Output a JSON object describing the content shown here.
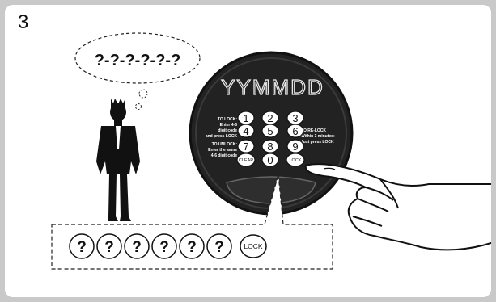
{
  "step_number": "3",
  "thought_code": "?-?-?-?-?-?",
  "lock_display": "YYMMDD",
  "instructions": {
    "to_lock": [
      "TO LOCK:",
      "Enter 4-6",
      "digit code",
      "and press LOCK"
    ],
    "to_unlock": [
      "TO UNLOCK:",
      "Enter the same",
      "4-6 digit code"
    ],
    "to_relock": [
      "TO RE-LOCK",
      "Within 3 minutes:",
      "Just press LOCK"
    ]
  },
  "keypad": {
    "keys": [
      "1",
      "2",
      "3",
      "4",
      "5",
      "6",
      "7",
      "8",
      "9",
      "CLEAR",
      "0",
      "LOCK"
    ]
  },
  "code_sequence": {
    "slots": [
      "?",
      "?",
      "?",
      "?",
      "?",
      "?"
    ],
    "final_key": "LOCK"
  },
  "colors": {
    "background": "#c9c9c9",
    "panel": "#ffffff",
    "lock_body": "#222222",
    "ink": "#111111"
  }
}
